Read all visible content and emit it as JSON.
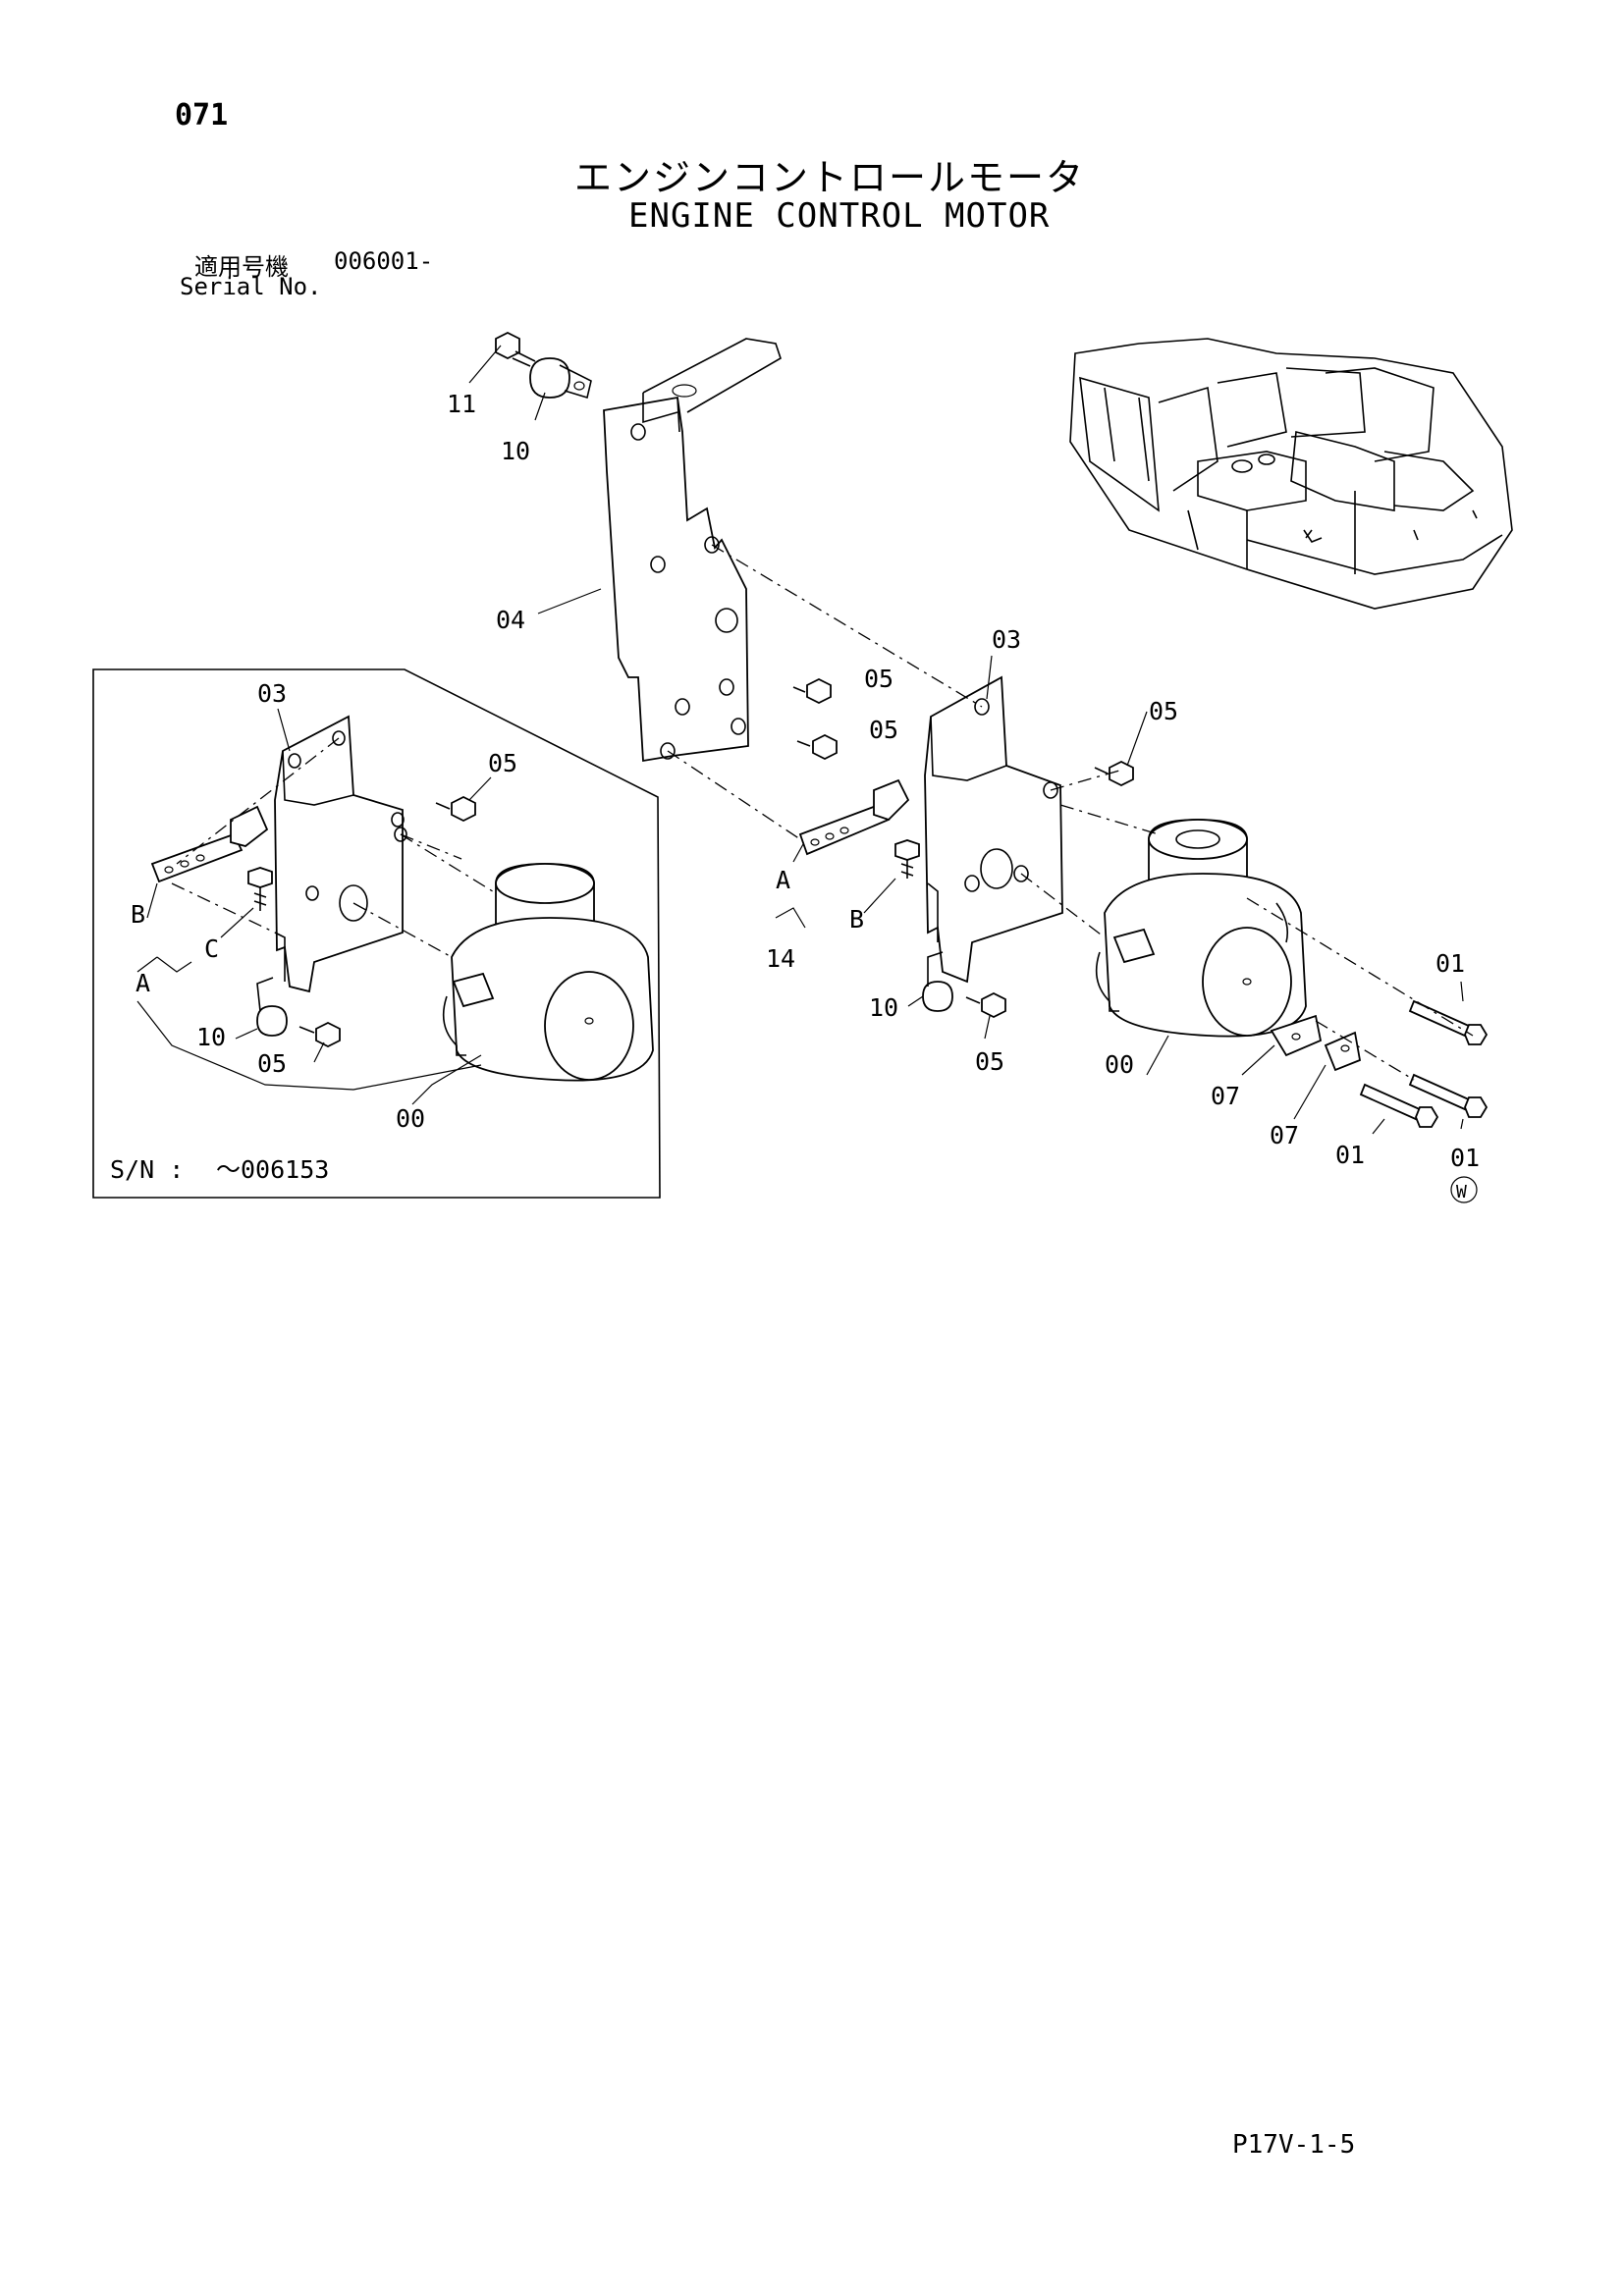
{
  "page_number": "071",
  "title_jp": "エンジンコントロールモータ",
  "title_en": "ENGINE CONTROL MOTOR",
  "serial": {
    "label_jp": "適用号機",
    "code": "006001-",
    "label_en": "Serial No."
  },
  "inset": {
    "serial_label": "S/N :",
    "serial_range": "～006153"
  },
  "callouts": {
    "c11": "11",
    "c10a": "10",
    "c04": "04",
    "c03": "03",
    "c05a": "05",
    "c05b": "05",
    "c05c": "05",
    "cA": "A",
    "cB": "B",
    "c14": "14",
    "c10b": "10",
    "c05d": "05",
    "c00": "00",
    "c07a": "07",
    "c07b": "07",
    "c01a": "01",
    "c01b": "01",
    "c01c": "01",
    "w_mark": "W"
  },
  "inset_callouts": {
    "c03": "03",
    "c05a": "05",
    "cB": "B",
    "cC": "C",
    "cA": "A",
    "c10": "10",
    "c05b": "05",
    "c00": "00"
  },
  "footer_code": "P17V-1-5"
}
